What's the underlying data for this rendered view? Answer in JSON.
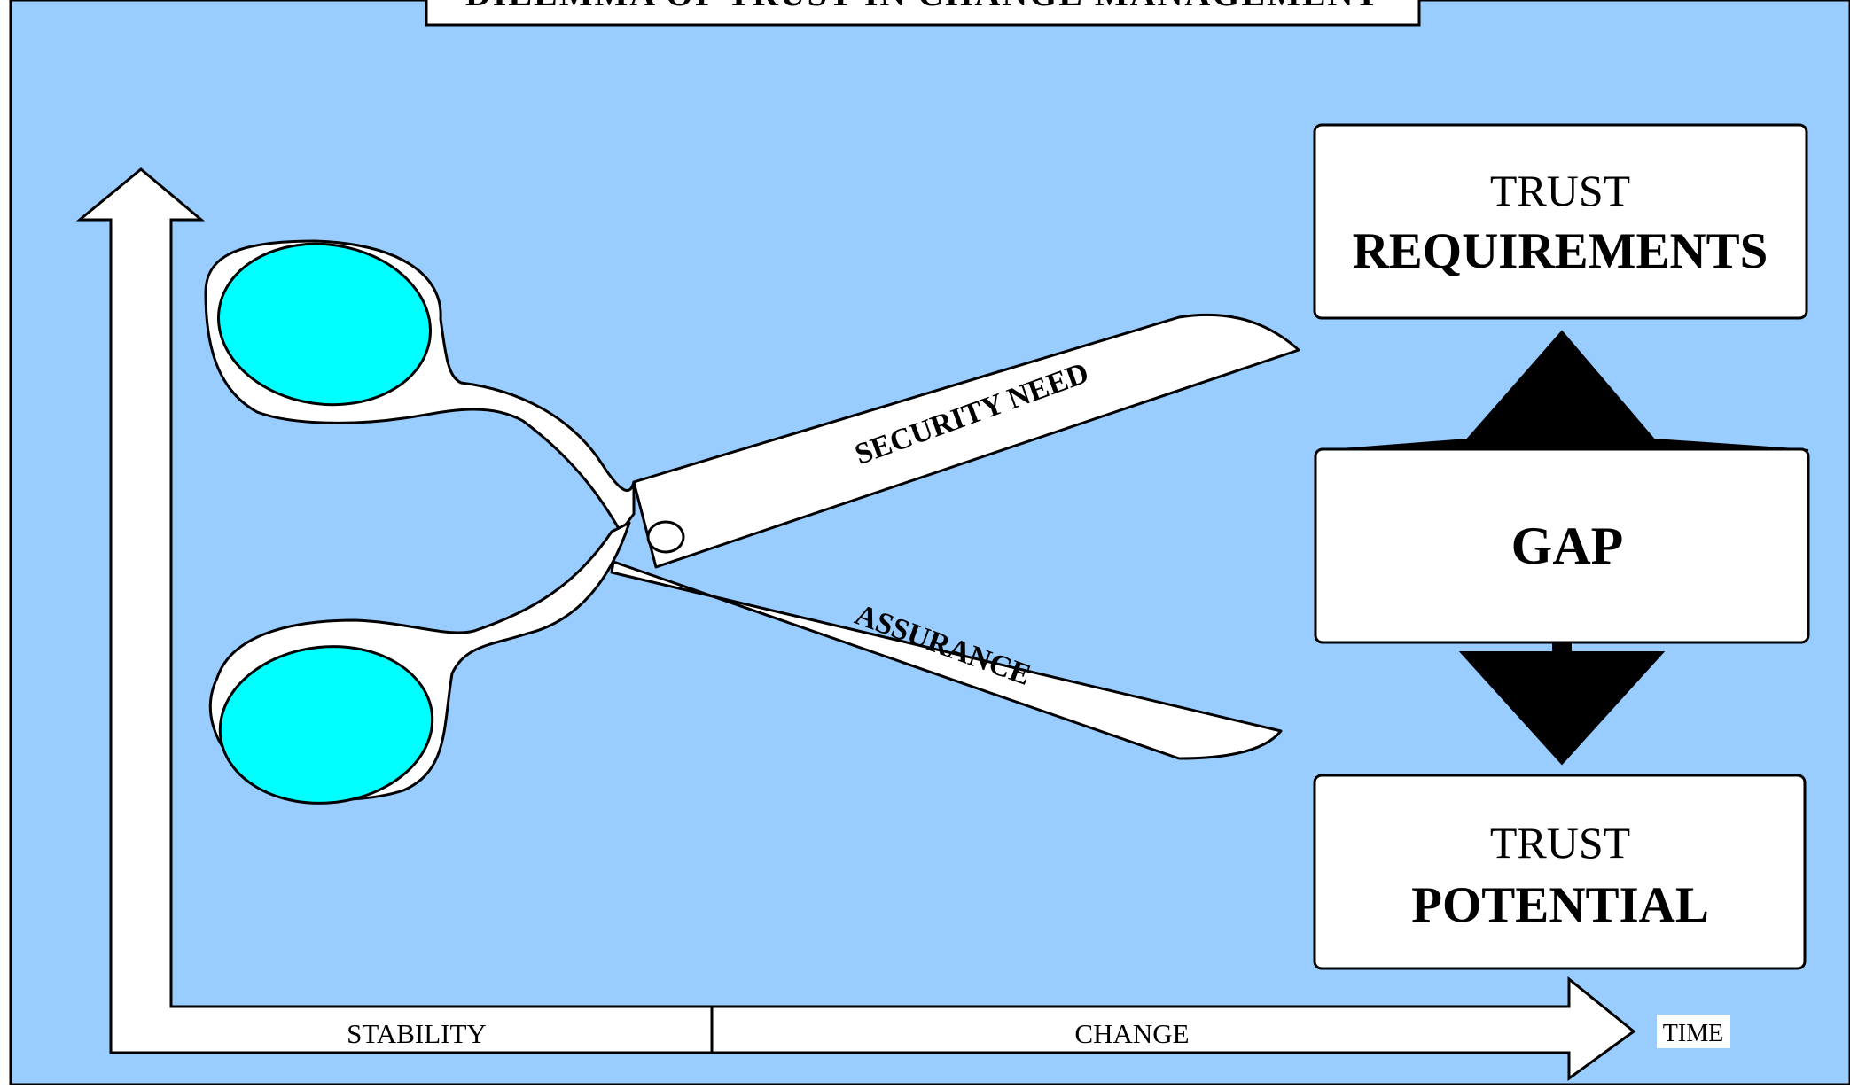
{
  "title": "DILEMMA OF TRUST IN CHANGE MANAGEMENT",
  "colors": {
    "background": "#99ccff",
    "panel_fill": "#ffffff",
    "outline": "#000000",
    "finger_hole": "#00ffff"
  },
  "scissors": {
    "upper_blade_label": "SECURITY NEED",
    "lower_blade_label": "ASSURANCE"
  },
  "boxes": {
    "requirements": {
      "line1": "TRUST",
      "line2": "REQUIREMENTS"
    },
    "gap": {
      "label": "GAP"
    },
    "potential": {
      "line1": "TRUST",
      "line2": "POTENTIAL"
    }
  },
  "axis": {
    "stability_label": "STABILITY",
    "change_label": "CHANGE",
    "time_label": "TIME"
  }
}
